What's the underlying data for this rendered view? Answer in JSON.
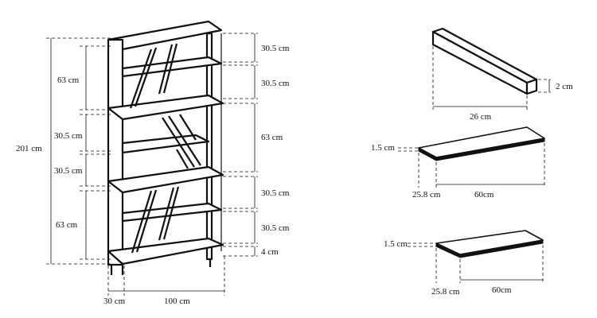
{
  "shelf": {
    "total_height": "201 cm",
    "section_heights_left": [
      "63 cm",
      "30.5 cm",
      "30.5 cm",
      "63 cm"
    ],
    "section_heights_right": [
      "30.5 cm",
      "30.5 cm",
      "63 cm",
      "30.5 cm",
      "30.5 cm",
      "4 cm"
    ],
    "depth": "30 cm",
    "width": "100 cm"
  },
  "parts": {
    "beam": {
      "length": "26 cm",
      "thickness": "2 cm"
    },
    "board_a": {
      "thickness": "1.5 cm",
      "depth": "25.8 cm",
      "length": "60cm"
    },
    "board_b": {
      "thickness": "1.5 cm",
      "depth": "25.8 cm",
      "length": "60cm"
    }
  }
}
